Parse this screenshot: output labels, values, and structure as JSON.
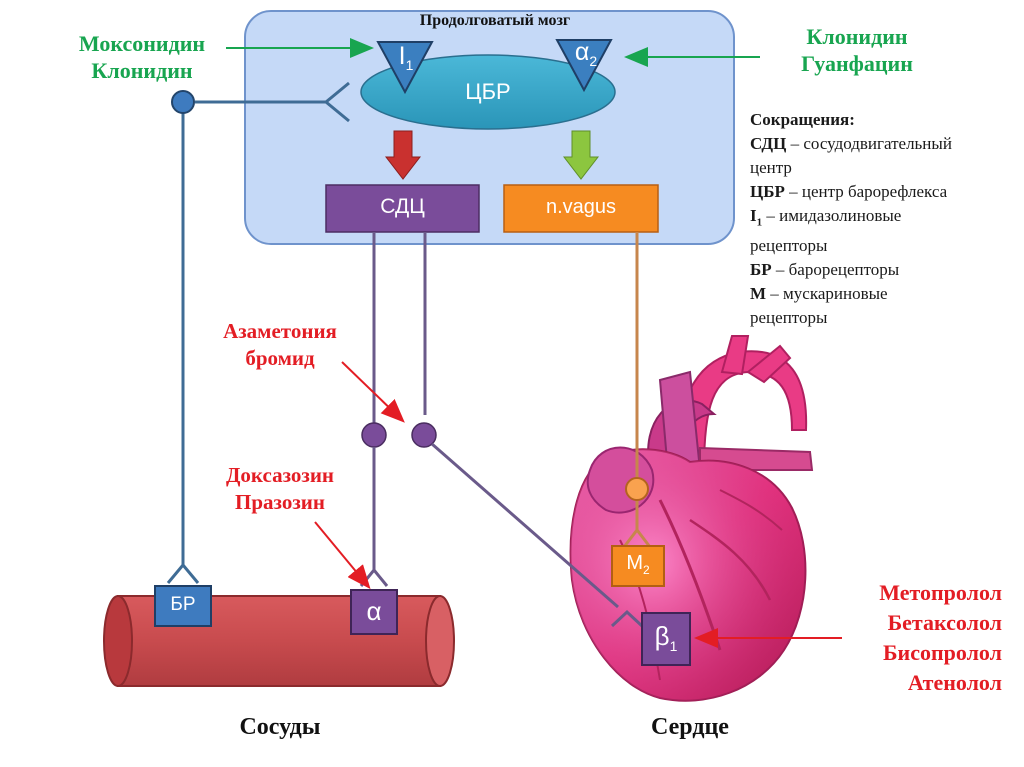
{
  "brain": {
    "title": "Продолговатый мозг",
    "center_label": "ЦБР",
    "receptor_i1": {
      "main": "I",
      "sub": "1"
    },
    "receptor_a2": {
      "main": "α",
      "sub": "2"
    },
    "sdc_label": "СДЦ",
    "vagus_label": "n.vagus"
  },
  "drugs_left": {
    "line1": "Моксонидин",
    "line2": "Клонидин"
  },
  "drugs_right": {
    "line1": "Клонидин",
    "line2": "Гуанфацин"
  },
  "ganglion_block": {
    "line1": "Азаметония",
    "line2": "бромид"
  },
  "alpha_block": {
    "line1": "Доксазозин",
    "line2": "Празозин"
  },
  "beta_block": {
    "line1": "Метопролол",
    "line2": "Бетаксолол",
    "line3": "Бисопролол",
    "line4": "Атенолол"
  },
  "vessel": {
    "br_label": "БР",
    "alpha_label": "α",
    "title": "Сосуды"
  },
  "heart": {
    "m2": {
      "main": "M",
      "sub": "2"
    },
    "b1": {
      "main": "β",
      "sub": "1"
    },
    "title": "Сердце"
  },
  "abbreviations": {
    "heading": "Сокращения:",
    "items": [
      {
        "term": "СДЦ",
        "def1": " – сосудодвигательный",
        "def2": "центр"
      },
      {
        "term": "ЦБР",
        "def1": " – центр барорефлекса",
        "def2": ""
      },
      {
        "term": "I",
        "sub": "1",
        "def1": " – имидазолиновые",
        "def2": "рецепторы"
      },
      {
        "term": "БР",
        "def1": " – барорецепторы",
        "def2": ""
      },
      {
        "term": "М",
        "def1": " – мускариновые",
        "def2": "рецепторы"
      }
    ]
  },
  "colors": {
    "brain_fill": "#c5d9f7",
    "brain_border": "#6f93cc",
    "cbr_fill": "#3aa8c8",
    "sdc_fill": "#7a4c9a",
    "vagus_fill": "#f68b21",
    "nerve_purple": "#6a5a8a",
    "nerve_blue": "#3f6c95",
    "vagus_line": "#c7864c",
    "vessel_fill": "#c84b4e",
    "receptor_blue": "#3e7bbf",
    "drug_green": "#18a550",
    "drug_red": "#e31d24"
  }
}
